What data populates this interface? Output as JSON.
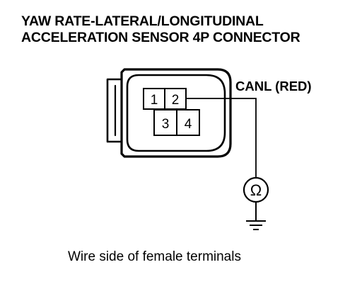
{
  "title": {
    "line1": "YAW RATE-LATERAL/LONGITUDINAL",
    "line2": "ACCELERATION SENSOR 4P CONNECTOR"
  },
  "connector": {
    "terminals": [
      {
        "label": "1"
      },
      {
        "label": "2"
      },
      {
        "label": "3"
      },
      {
        "label": "4"
      }
    ]
  },
  "wire_label": "CANL (RED)",
  "meter": {
    "symbol": "Ω"
  },
  "caption": "Wire side of female terminals",
  "colors": {
    "ink": "#000000",
    "background": "#ffffff"
  }
}
